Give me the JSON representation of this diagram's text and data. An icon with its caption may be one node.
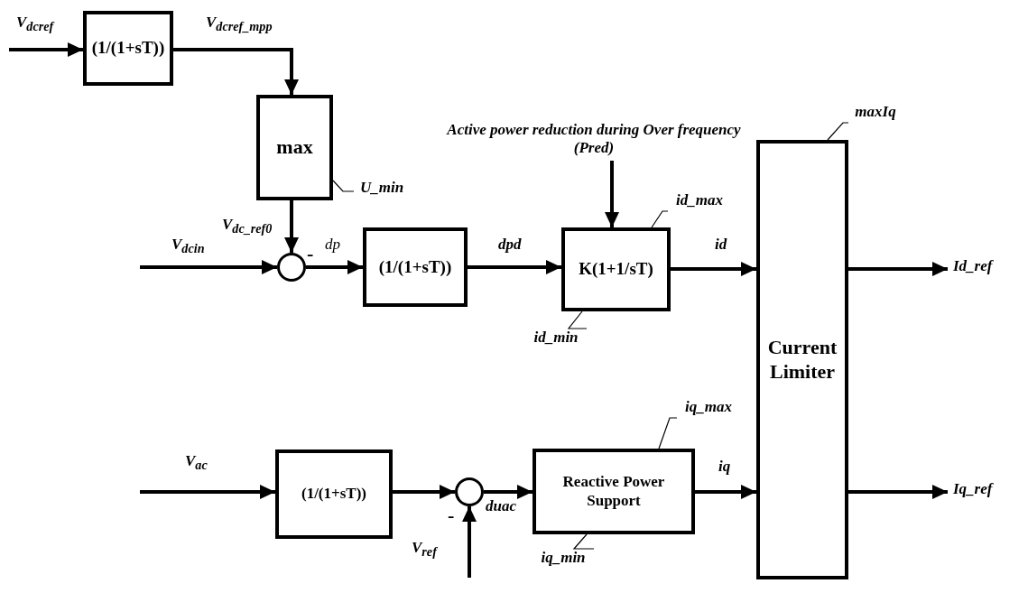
{
  "diagram": {
    "nodes": [
      {
        "text": [
          "(1/(1+sT))"
        ]
      },
      {
        "text": [
          "max"
        ]
      },
      {
        "text": [],
        "shape": "circle"
      },
      {
        "text": [
          "(1/(1+sT))"
        ]
      },
      {
        "text": [
          "K(1+1/sT)"
        ]
      },
      {
        "text": [
          "Current Limiter"
        ]
      },
      {
        "text": [
          "(1/(1+sT))"
        ]
      },
      {
        "text": [],
        "shape": "circle"
      },
      {
        "text": [
          "Reactive Power Support"
        ]
      },
      {
        "text": [
          "U_min"
        ]
      },
      {
        "text": [
          "id_max"
        ]
      },
      {
        "text": [
          "id_min"
        ]
      },
      {
        "text": [
          "maxIq"
        ]
      },
      {
        "text": [
          "iq_max"
        ]
      },
      {
        "text": [
          "iq_min"
        ]
      },
      {
        "text": [
          "Active power reduction during Over frequency (Pred)"
        ]
      }
    ],
    "edges": [
      {
        "from": null,
        "to": 0,
        "arrow": "to",
        "label": "V$_{dcref}$"
      },
      {
        "from": 0,
        "to": 1,
        "arrow": "to",
        "label": "V$_{dcref_mpp}$"
      },
      {
        "from": 1,
        "to": 2,
        "arrow": "to",
        "label": "V$_{dc_ref0}$"
      },
      {
        "from": null,
        "to": 2,
        "arrow": "to",
        "label": "V$_{dcin}$"
      },
      {
        "from": 2,
        "to": 3,
        "arrow": "to",
        "label": "dp"
      },
      {
        "from": 3,
        "to": 4,
        "arrow": "to",
        "label": "dpd"
      },
      {
        "from": 15,
        "to": 4,
        "arrow": "to"
      },
      {
        "from": 4,
        "to": 5,
        "arrow": "to",
        "label": "id"
      },
      {
        "from": 5,
        "to": null,
        "arrow": "to",
        "label": "Id_ref"
      },
      {
        "from": null,
        "to": 6,
        "arrow": "to",
        "label": "V$_{ac}$"
      },
      {
        "from": 6,
        "to": 7,
        "arrow": "to"
      },
      {
        "from": null,
        "to": 7,
        "arrow": "to",
        "label": "V$_{ref}$"
      },
      {
        "from": 7,
        "to": 8,
        "arrow": "to",
        "label": "duac"
      },
      {
        "from": 8,
        "to": 5,
        "arrow": "to",
        "label": "iq"
      },
      {
        "from": 5,
        "to": null,
        "arrow": "to",
        "label": "Iq_ref"
      },
      {
        "from": 9,
        "to": 1,
        "arrow": "none"
      },
      {
        "from": 10,
        "to": 4,
        "arrow": "none"
      },
      {
        "from": 11,
        "to": 4,
        "arrow": "none"
      },
      {
        "from": 12,
        "to": 5,
        "arrow": "none"
      },
      {
        "from": 13,
        "to": 8,
        "arrow": "none"
      },
      {
        "from": 14,
        "to": 8,
        "arrow": "none"
      }
    ],
    "labels": [
      "-",
      "-"
    ]
  }
}
